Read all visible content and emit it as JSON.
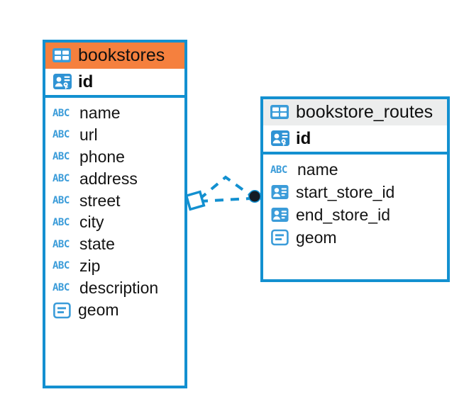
{
  "diagram": {
    "type": "entity-relationship-diagram",
    "background": "#ffffff",
    "accent_color": "#1390d0",
    "highlight_color": "#f5803e",
    "entities": [
      {
        "name": "bookstores",
        "header_color": "#f5803e",
        "header_icon": "table-icon",
        "primary_key": {
          "label": "id",
          "icon": "primary-key-icon"
        },
        "fields": [
          {
            "label": "name",
            "icon": "text-type-icon",
            "type_glyph": "ABC"
          },
          {
            "label": "url",
            "icon": "text-type-icon",
            "type_glyph": "ABC"
          },
          {
            "label": "phone",
            "icon": "text-type-icon",
            "type_glyph": "ABC"
          },
          {
            "label": "address",
            "icon": "text-type-icon",
            "type_glyph": "ABC"
          },
          {
            "label": "street",
            "icon": "text-type-icon",
            "type_glyph": "ABC"
          },
          {
            "label": "city",
            "icon": "text-type-icon",
            "type_glyph": "ABC"
          },
          {
            "label": "state",
            "icon": "text-type-icon",
            "type_glyph": "ABC"
          },
          {
            "label": "zip",
            "icon": "text-type-icon",
            "type_glyph": "ABC"
          },
          {
            "label": "description",
            "icon": "text-type-icon",
            "type_glyph": "ABC"
          },
          {
            "label": "geom",
            "icon": "geometry-type-icon",
            "type_glyph": ""
          }
        ]
      },
      {
        "name": "bookstore_routes",
        "header_color": "#eceded",
        "header_icon": "table-icon",
        "primary_key": {
          "label": "id",
          "icon": "primary-key-icon"
        },
        "fields": [
          {
            "label": "name",
            "icon": "text-type-icon",
            "type_glyph": "ABC"
          },
          {
            "label": "start_store_id",
            "icon": "foreign-key-icon",
            "type_glyph": ""
          },
          {
            "label": "end_store_id",
            "icon": "foreign-key-icon",
            "type_glyph": ""
          },
          {
            "label": "geom",
            "icon": "geometry-type-icon",
            "type_glyph": ""
          }
        ]
      }
    ],
    "relationship": {
      "source_marker": "diamond-marker",
      "target_marker": "filled-circle-marker",
      "line_style": "dashed",
      "line_color": "#1390d0"
    }
  }
}
